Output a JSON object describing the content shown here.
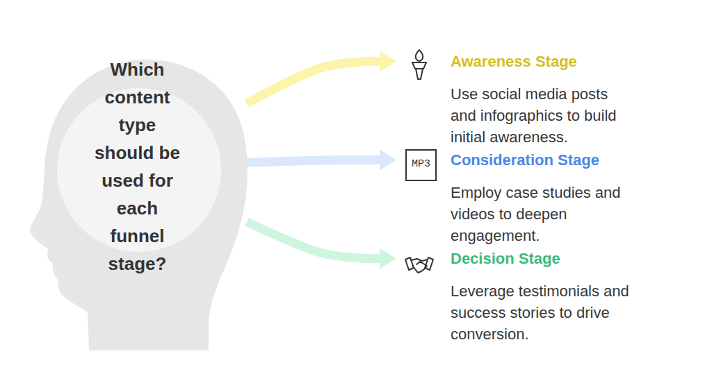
{
  "diagram": {
    "nodes": [
      {
        "text": [
          "Which content type should be used for each funnel stage?"
        ]
      },
      {
        "text": [
          "Awareness Stage",
          "Use social media posts and infographics to build initial awareness."
        ]
      },
      {
        "text": [
          "Consideration Stage",
          "Employ case studies and videos to deepen engagement."
        ]
      },
      {
        "text": [
          "Decision Stage",
          "Leverage testimonials and success stories to drive conversion."
        ]
      }
    ],
    "edges": [
      {
        "from": 0,
        "to": 1,
        "arrow": "to"
      },
      {
        "from": 0,
        "to": 2,
        "arrow": "to"
      },
      {
        "from": 0,
        "to": 3,
        "arrow": "to"
      }
    ],
    "labels": [
      "MP3"
    ]
  }
}
